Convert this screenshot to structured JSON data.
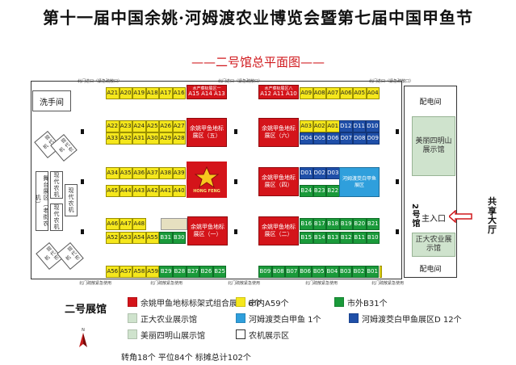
{
  "title": "第十一届中国余姚·河姆渡农业博览会暨第七届中国甲鱼节",
  "subtitle": "——二号馆总平面图——",
  "entrances": {
    "top": [
      "北门进口（紧急疏散口）",
      "北门进口（紧急疏散口）",
      "北门进口（紧急疏散口）"
    ],
    "bottom": [
      "北门疏散紧急使用",
      "北门疏散紧急使用",
      "北门疏散紧急使用",
      "北门疏散紧急使用",
      "北门疏散紧急使用"
    ]
  },
  "rooms": {
    "washroom": "洗手间",
    "power_top": "配电间",
    "power_bottom": "配电间",
    "meili": "美丽四明山展示馆",
    "zhengda": "正大农业展示馆",
    "stage": "舞台展区（老街农机）",
    "modern1": "现代农机",
    "modern2": "现代农机",
    "modern3": "现代农机",
    "modern4": "现代农机",
    "modern5": "现代农机",
    "modern6": "现代农机",
    "modern7": "现代农机"
  },
  "hall_label": "2号馆",
  "main_entrance": "主入口",
  "shared_hall": "共享大厅",
  "booths": {
    "row1": [
      "A21",
      "A20",
      "A19",
      "A18",
      "A17",
      "A16"
    ],
    "row1r": [
      "A09",
      "A08",
      "A07",
      "A06",
      "A05",
      "A04"
    ],
    "red1": [
      "水产菜标展区一",
      "A15",
      "A14",
      "A13"
    ],
    "red2": [
      "水产菜标展区八",
      "A12",
      "A11",
      "A10"
    ],
    "row2a": [
      "A22",
      "A23",
      "A24",
      "A25",
      "A26",
      "A27"
    ],
    "row2b": [
      "A33",
      "A32",
      "A31",
      "A30",
      "A29",
      "A28"
    ],
    "row2r_a": [
      "A03",
      "A02",
      "A01"
    ],
    "row2r_blue": [
      "D12",
      "D11",
      "D10"
    ],
    "row2r_b": [
      "D04",
      "D05",
      "D06",
      "D07",
      "D08",
      "D09"
    ],
    "row3a": [
      "A34",
      "A35",
      "A36",
      "A37",
      "A38",
      "A39"
    ],
    "row3b": [
      "A45",
      "A44",
      "A43",
      "A42",
      "A41",
      "A40"
    ],
    "row3r_blue": [
      "D01",
      "D02",
      "D03"
    ],
    "row3r_b": [
      "B24",
      "B23",
      "B22"
    ],
    "row4a": [
      "A46",
      "A47",
      "A48"
    ],
    "row4b": [
      "A52",
      "A53",
      "A54",
      "A55",
      "B31",
      "B30"
    ],
    "row4r_a": [
      "B16",
      "B17",
      "B18",
      "B19",
      "B20",
      "B21"
    ],
    "row4r_b": [
      "B15",
      "B14",
      "B13",
      "B12",
      "B11",
      "B10"
    ],
    "row5a": [
      "A56",
      "A57",
      "A58",
      "A59",
      "B29",
      "B28",
      "B27",
      "B26",
      "B25"
    ],
    "row5r": [
      "B09",
      "B08",
      "B07",
      "B06",
      "B05",
      "B04",
      "B03",
      "B02",
      "B01"
    ],
    "yuyao5": "余姚甲鱼地标展区（五）",
    "yuyao6": "余姚甲鱼地标展区（六）",
    "yuyao4": "余姚甲鱼地标展区（四）",
    "yuyao1": "余姚甲鱼地标展区（一）",
    "yuyao2": "余姚甲鱼地标展区（二）",
    "hemudu": "河姆渡茭白甲鱼展区",
    "logo_text": "HONG FENG"
  },
  "legend": {
    "heading": "二号展馆",
    "items": [
      {
        "label": "余姚甲鱼地标标架式组合展位",
        "count": "6个",
        "color": "#d4141a"
      },
      {
        "label": "市内A59个",
        "count": "",
        "color": "#f5e71c"
      },
      {
        "label": "市外B31个",
        "count": "",
        "color": "#1a9a3a"
      },
      {
        "label": "正大农业展示馆",
        "count": "",
        "color": "#cfe3cd"
      },
      {
        "label": "河姆渡茭白甲鱼",
        "count": "1个",
        "color": "#2f9fdc"
      },
      {
        "label": "河姆渡茭白甲鱼展区D",
        "count": "12个",
        "color": "#1f4fa8"
      },
      {
        "label": "美丽四明山展示馆",
        "count": "",
        "color": "#cfe3cd"
      },
      {
        "label": "农机展示区",
        "count": "",
        "color": "#ffffff"
      }
    ],
    "summary": "转角18个  平位84个  标摊总计102个"
  }
}
